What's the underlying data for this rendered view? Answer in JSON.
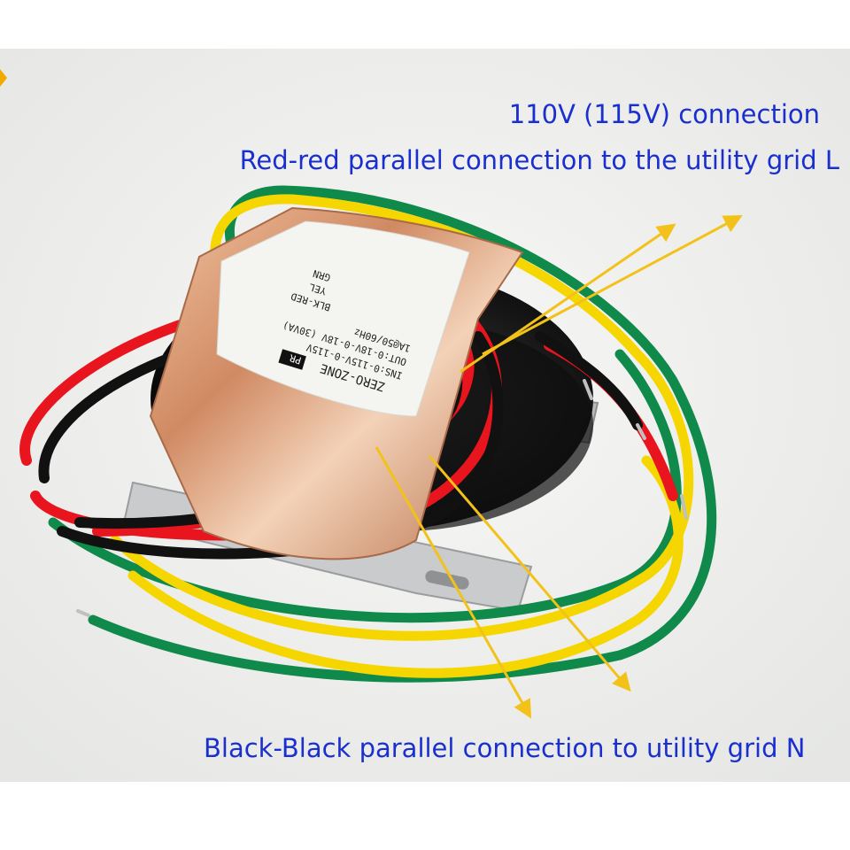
{
  "captions": {
    "voltage": "110V (115V) connection",
    "red_connection": "Red-red parallel connection to the utility grid L",
    "black_connection": "Black-Black parallel connection to utility grid N"
  },
  "label": {
    "brand": "ZERO-ZONE",
    "badge": "PR",
    "line1": "INS:0-115V-0-115V",
    "line2": "OUT:0-18V-0-18V (30VA)",
    "line3": "1A@50/60Hz",
    "line4": "BLK-RED",
    "line5": "YEL",
    "line6": "GRN"
  },
  "colors": {
    "caption_text": "#1a2fd0",
    "arrow": "#f2c21b",
    "wire_red": "#e8151f",
    "wire_black": "#111111",
    "wire_yellow": "#f6d600",
    "wire_green": "#0f8a4a",
    "copper": "#d89a72",
    "background": "#f1f1ef"
  }
}
